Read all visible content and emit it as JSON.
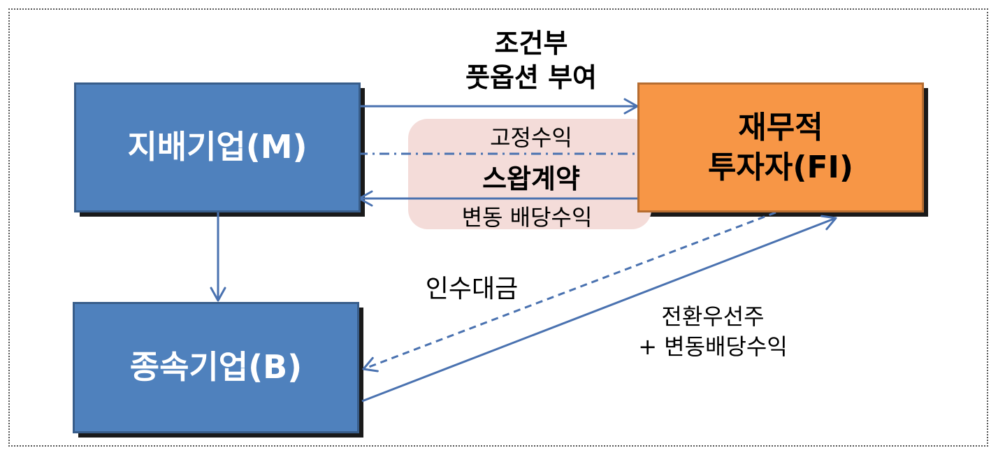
{
  "entities": {
    "parent": "지배기업(M)",
    "investor": "재무적\n투자자(FI)",
    "subsidiary": "종속기업(B)"
  },
  "flows": {
    "put_option": "조건부\n풋옵션 부여",
    "fixed_return": "고정수익",
    "swap_contract": "스왑계약",
    "variable_dividend": "변동 배당수익",
    "acquisition_payment": "인수대금",
    "convertible_preferred": "전환우선주\n+ 변동배당수익"
  },
  "colors": {
    "blue_box": "#4f81bd",
    "blue_border": "#385d8a",
    "orange_box": "#f79646",
    "arrow": "#4a72b0",
    "swap_background": "#f4dcd9"
  }
}
